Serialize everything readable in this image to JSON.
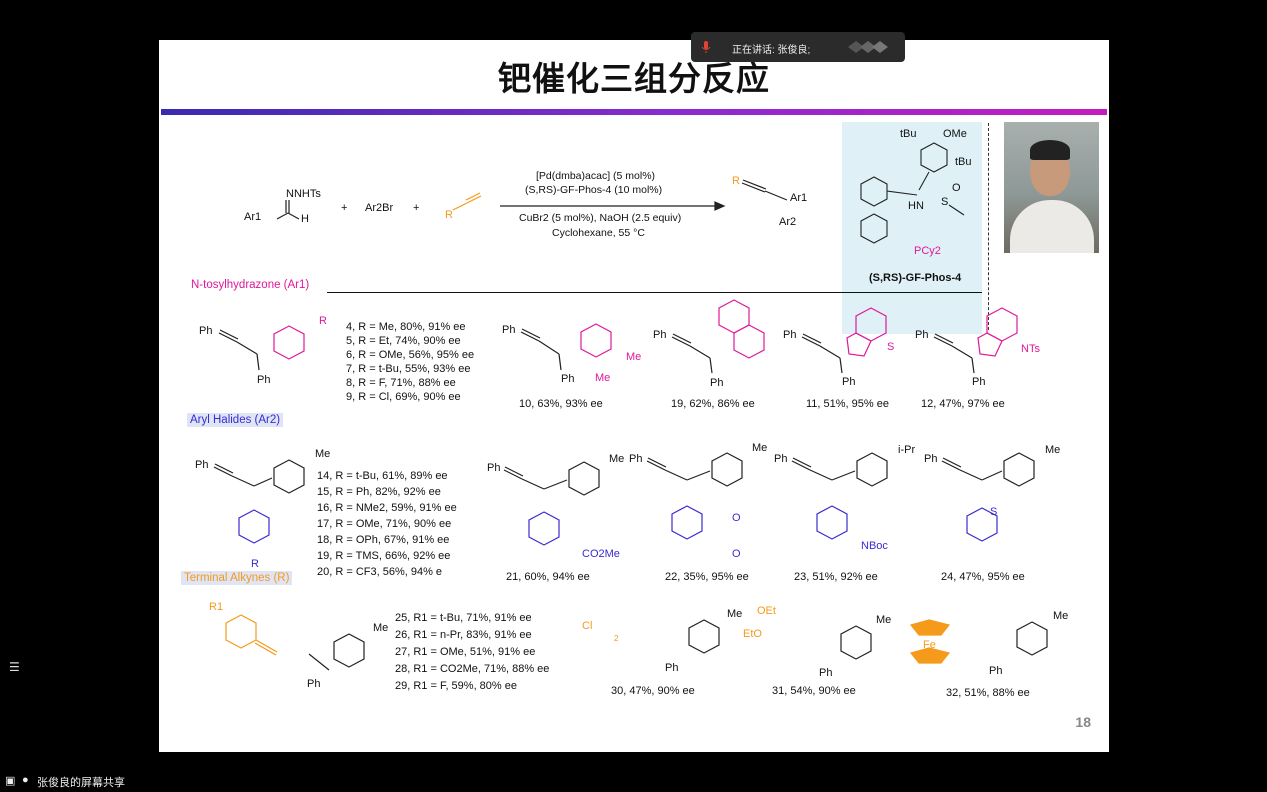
{
  "slide": {
    "title": "钯催化三组分反应",
    "page_number": "18"
  },
  "notification": {
    "speaking": "正在讲话: 张俊良;"
  },
  "bottom_bar": {
    "share_label": "张俊良的屏幕共享"
  },
  "scheme": {
    "reagent1_group": "NNHTs",
    "reagent1_ar": "Ar1",
    "reagent1_h": "H",
    "plus1": "+",
    "reagent2": "Ar2Br",
    "plus2": "+",
    "reagent3_r": "R",
    "cond_top1": "[Pd(dmba)acac] (5 mol%)",
    "cond_top2": "(S,RS)-GF-Phos-4 (10 mol%)",
    "cond_bot1": "CuBr2 (5 mol%), NaOH (2.5 equiv)",
    "cond_bot2": "Cyclohexane,  55 °C",
    "product_r": "R",
    "product_ar1": "Ar1",
    "product_ar2": "Ar2"
  },
  "ligand": {
    "tbu1": "tBu",
    "ome": "OMe",
    "tbu2": "tBu",
    "hn": "HN",
    "s": "S",
    "o": "O",
    "pcy": "PCy2",
    "name": "(S,RS)-GF-Phos-4"
  },
  "sections": {
    "hydrazone": "N-tosylhydrazone (Ar1)",
    "aryl_halides": "Aryl Halides (Ar2)",
    "alkynes": "Terminal Alkynes (R)"
  },
  "row1": {
    "list": [
      "4, R = Me, 80%, 91% ee",
      "5, R = Et, 74%, 90% ee",
      "6, R = OMe, 56%, 95% ee",
      "7, R = t-Bu, 55%, 93% ee",
      "8, R = F, 71%, 88% ee",
      "9, R = Cl, 69%, 90% ee"
    ],
    "r_label": "R",
    "products": [
      "10, 63%, 93% ee",
      "19, 62%, 86% ee",
      "11, 51%, 95% ee",
      "12, 47%, 97% ee"
    ],
    "me1": "Me",
    "me2": "Me",
    "s": "S",
    "nts": "NTs",
    "ph": "Ph"
  },
  "row2": {
    "list": [
      "14, R = t-Bu, 61%, 89% ee",
      "15, R = Ph, 82%, 92% ee",
      "16, R = NMe2, 59%, 91% ee",
      "17, R = OMe, 71%, 90% ee",
      "18, R = OPh, 67%, 91% ee",
      "19, R = TMS, 66%, 92% ee",
      "20, R = CF3, 56%, 94% e"
    ],
    "products": [
      "21, 60%, 94% ee",
      "22, 35%, 95% ee",
      "23, 51%, 92% ee",
      "24, 47%, 95% ee"
    ],
    "co2me": "CO2Me",
    "nboc": "NBoc",
    "ipr": "i-Pr",
    "me": "Me",
    "s": "S",
    "o": "O",
    "r": "R",
    "ph": "Ph"
  },
  "row3": {
    "list": [
      "25, R1 = t-Bu, 71%, 91% ee",
      "26, R1 = n-Pr, 83%, 91% ee",
      "27, R1 = OMe, 51%, 91% ee",
      "28, R1 = CO2Me, 71%, 88% ee",
      "29, R1 = F, 59%, 80% ee"
    ],
    "products": [
      "30, 47%, 90% ee",
      "31, 54%, 90% ee",
      "32, 51%, 88% ee"
    ],
    "r1": "R1",
    "cl": "Cl",
    "n2": "2",
    "oet": "OEt",
    "eto": "EtO",
    "fe": "Fe",
    "me": "Me",
    "ph": "Ph"
  },
  "colors": {
    "magenta": "#e0189a",
    "blue": "#3a2bd0",
    "orange": "#f59a1a",
    "ligand_bg": "#dff1f7"
  }
}
